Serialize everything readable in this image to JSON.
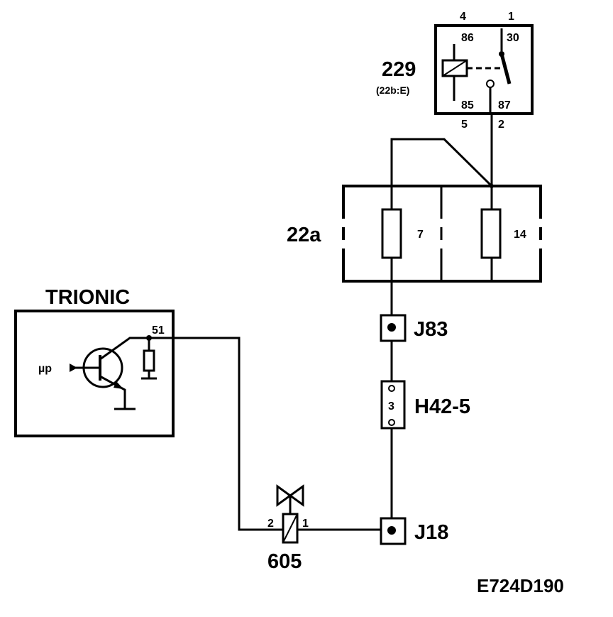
{
  "relay": {
    "id": "229",
    "location": "(22b:E)",
    "pins_top": [
      "4",
      "1"
    ],
    "pins_bottom": [
      "5",
      "2"
    ],
    "terminals_top": [
      "86",
      "30"
    ],
    "terminals_bottom": [
      "85",
      "87"
    ]
  },
  "fusebox": {
    "id": "22a",
    "fuses": [
      "7",
      "14"
    ]
  },
  "ecu": {
    "name": "TRIONIC",
    "pin": "51",
    "signal": "µp"
  },
  "connectors": {
    "j83": "J83",
    "h42": "H42-5",
    "h42_pin": "3",
    "j18": "J18"
  },
  "valve": {
    "id": "605",
    "pin_left": "2",
    "pin_right": "1"
  },
  "figure_id": "E724D190",
  "colors": {
    "line": "#000000",
    "background": "#ffffff"
  }
}
